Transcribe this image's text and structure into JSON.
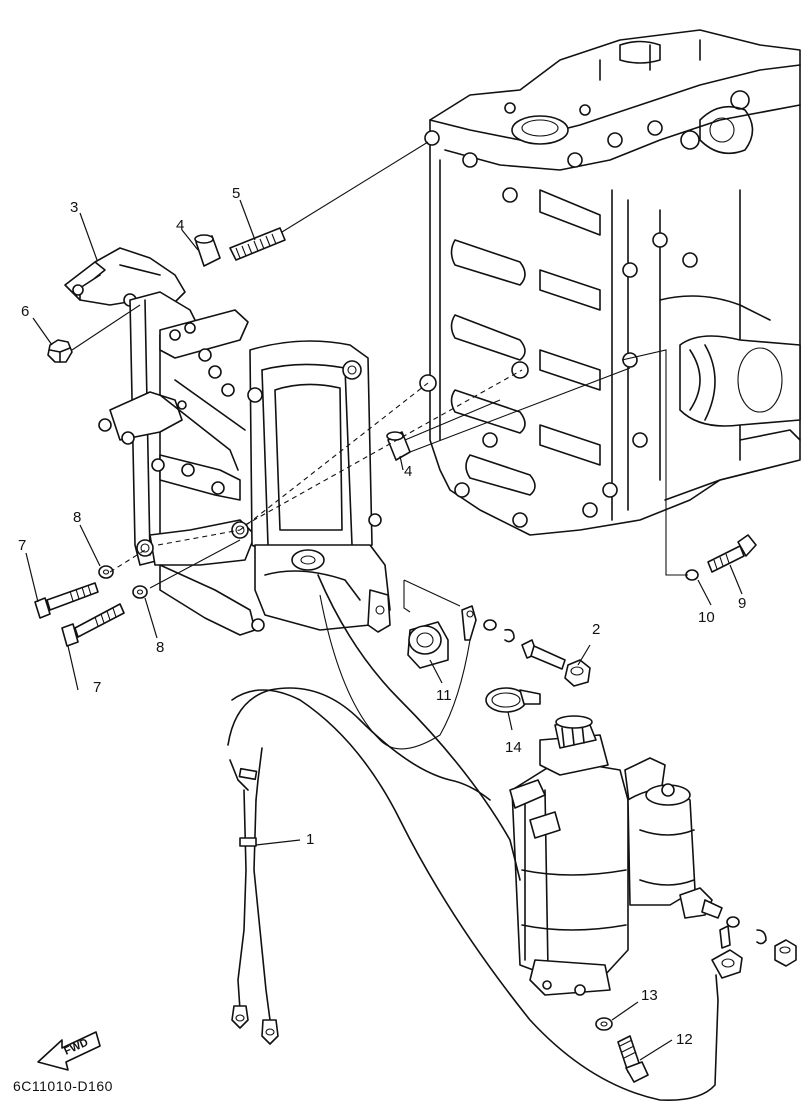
{
  "diagram": {
    "code": "6C11010-D160",
    "fwd_label": "FWD",
    "callouts": {
      "c1": "1",
      "c2": "2",
      "c3": "3",
      "c4a": "4",
      "c4b": "4",
      "c5": "5",
      "c6": "6",
      "c7a": "7",
      "c7b": "7",
      "c8a": "8",
      "c8b": "8",
      "c9": "9",
      "c10": "10",
      "c11": "11",
      "c12": "12",
      "c13": "13",
      "c14": "14"
    }
  }
}
